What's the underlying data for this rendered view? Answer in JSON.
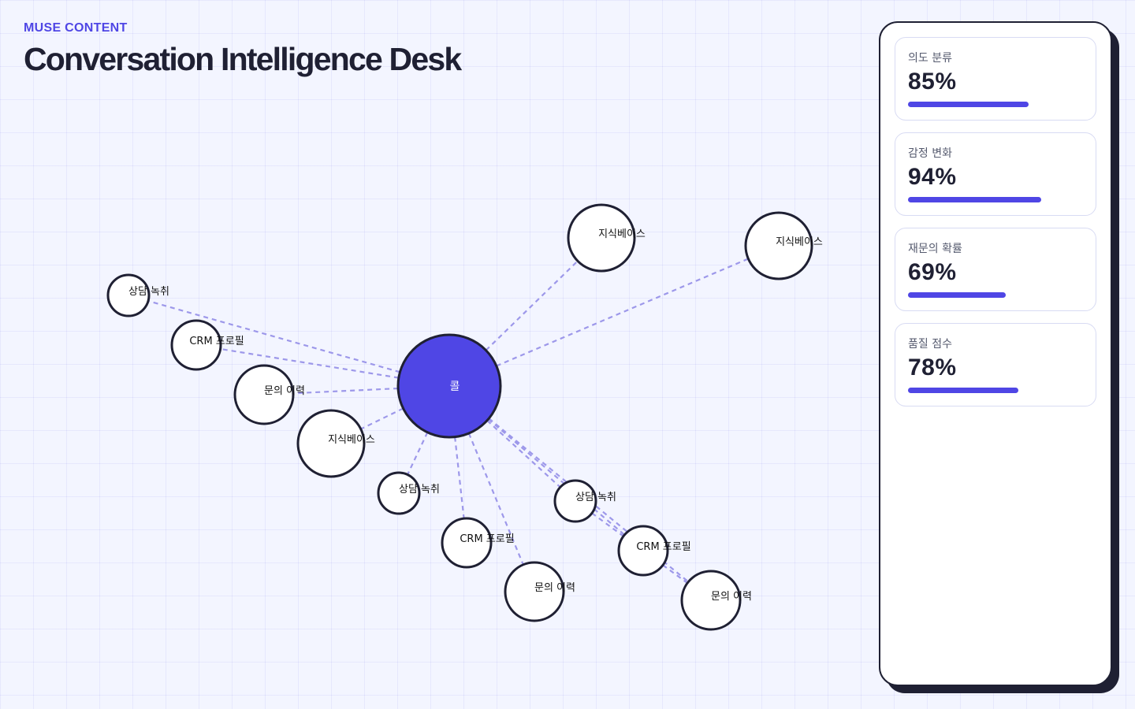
{
  "header": {
    "brand": "MUSE CONTENT",
    "title": "Conversation Intelligence Desk"
  },
  "graph": {
    "hub": {
      "label": "콜",
      "color": "#4f46e5"
    },
    "nodes": [
      {
        "label": "지식베이스"
      },
      {
        "label": "지식베이스"
      },
      {
        "label": "상담 녹취"
      },
      {
        "label": "CRM 프로필"
      },
      {
        "label": "문의 이력"
      },
      {
        "label": "지식베이스"
      },
      {
        "label": "상담 녹취"
      },
      {
        "label": "CRM 프로필"
      },
      {
        "label": "문의 이력"
      },
      {
        "label": "상담 녹취"
      },
      {
        "label": "CRM 프로필"
      },
      {
        "label": "문의 이력"
      }
    ],
    "edge_color": "#9d98ea"
  },
  "metrics": [
    {
      "label": "의도 분류",
      "value": "85%",
      "fraction": 0.85
    },
    {
      "label": "감정 변화",
      "value": "94%",
      "fraction": 0.94
    },
    {
      "label": "재문의 확률",
      "value": "69%",
      "fraction": 0.69
    },
    {
      "label": "품질 점수",
      "value": "78%",
      "fraction": 0.78
    }
  ],
  "colors": {
    "accent": "#4f46e5",
    "ink": "#1f2033",
    "background": "#f3f5ff"
  }
}
